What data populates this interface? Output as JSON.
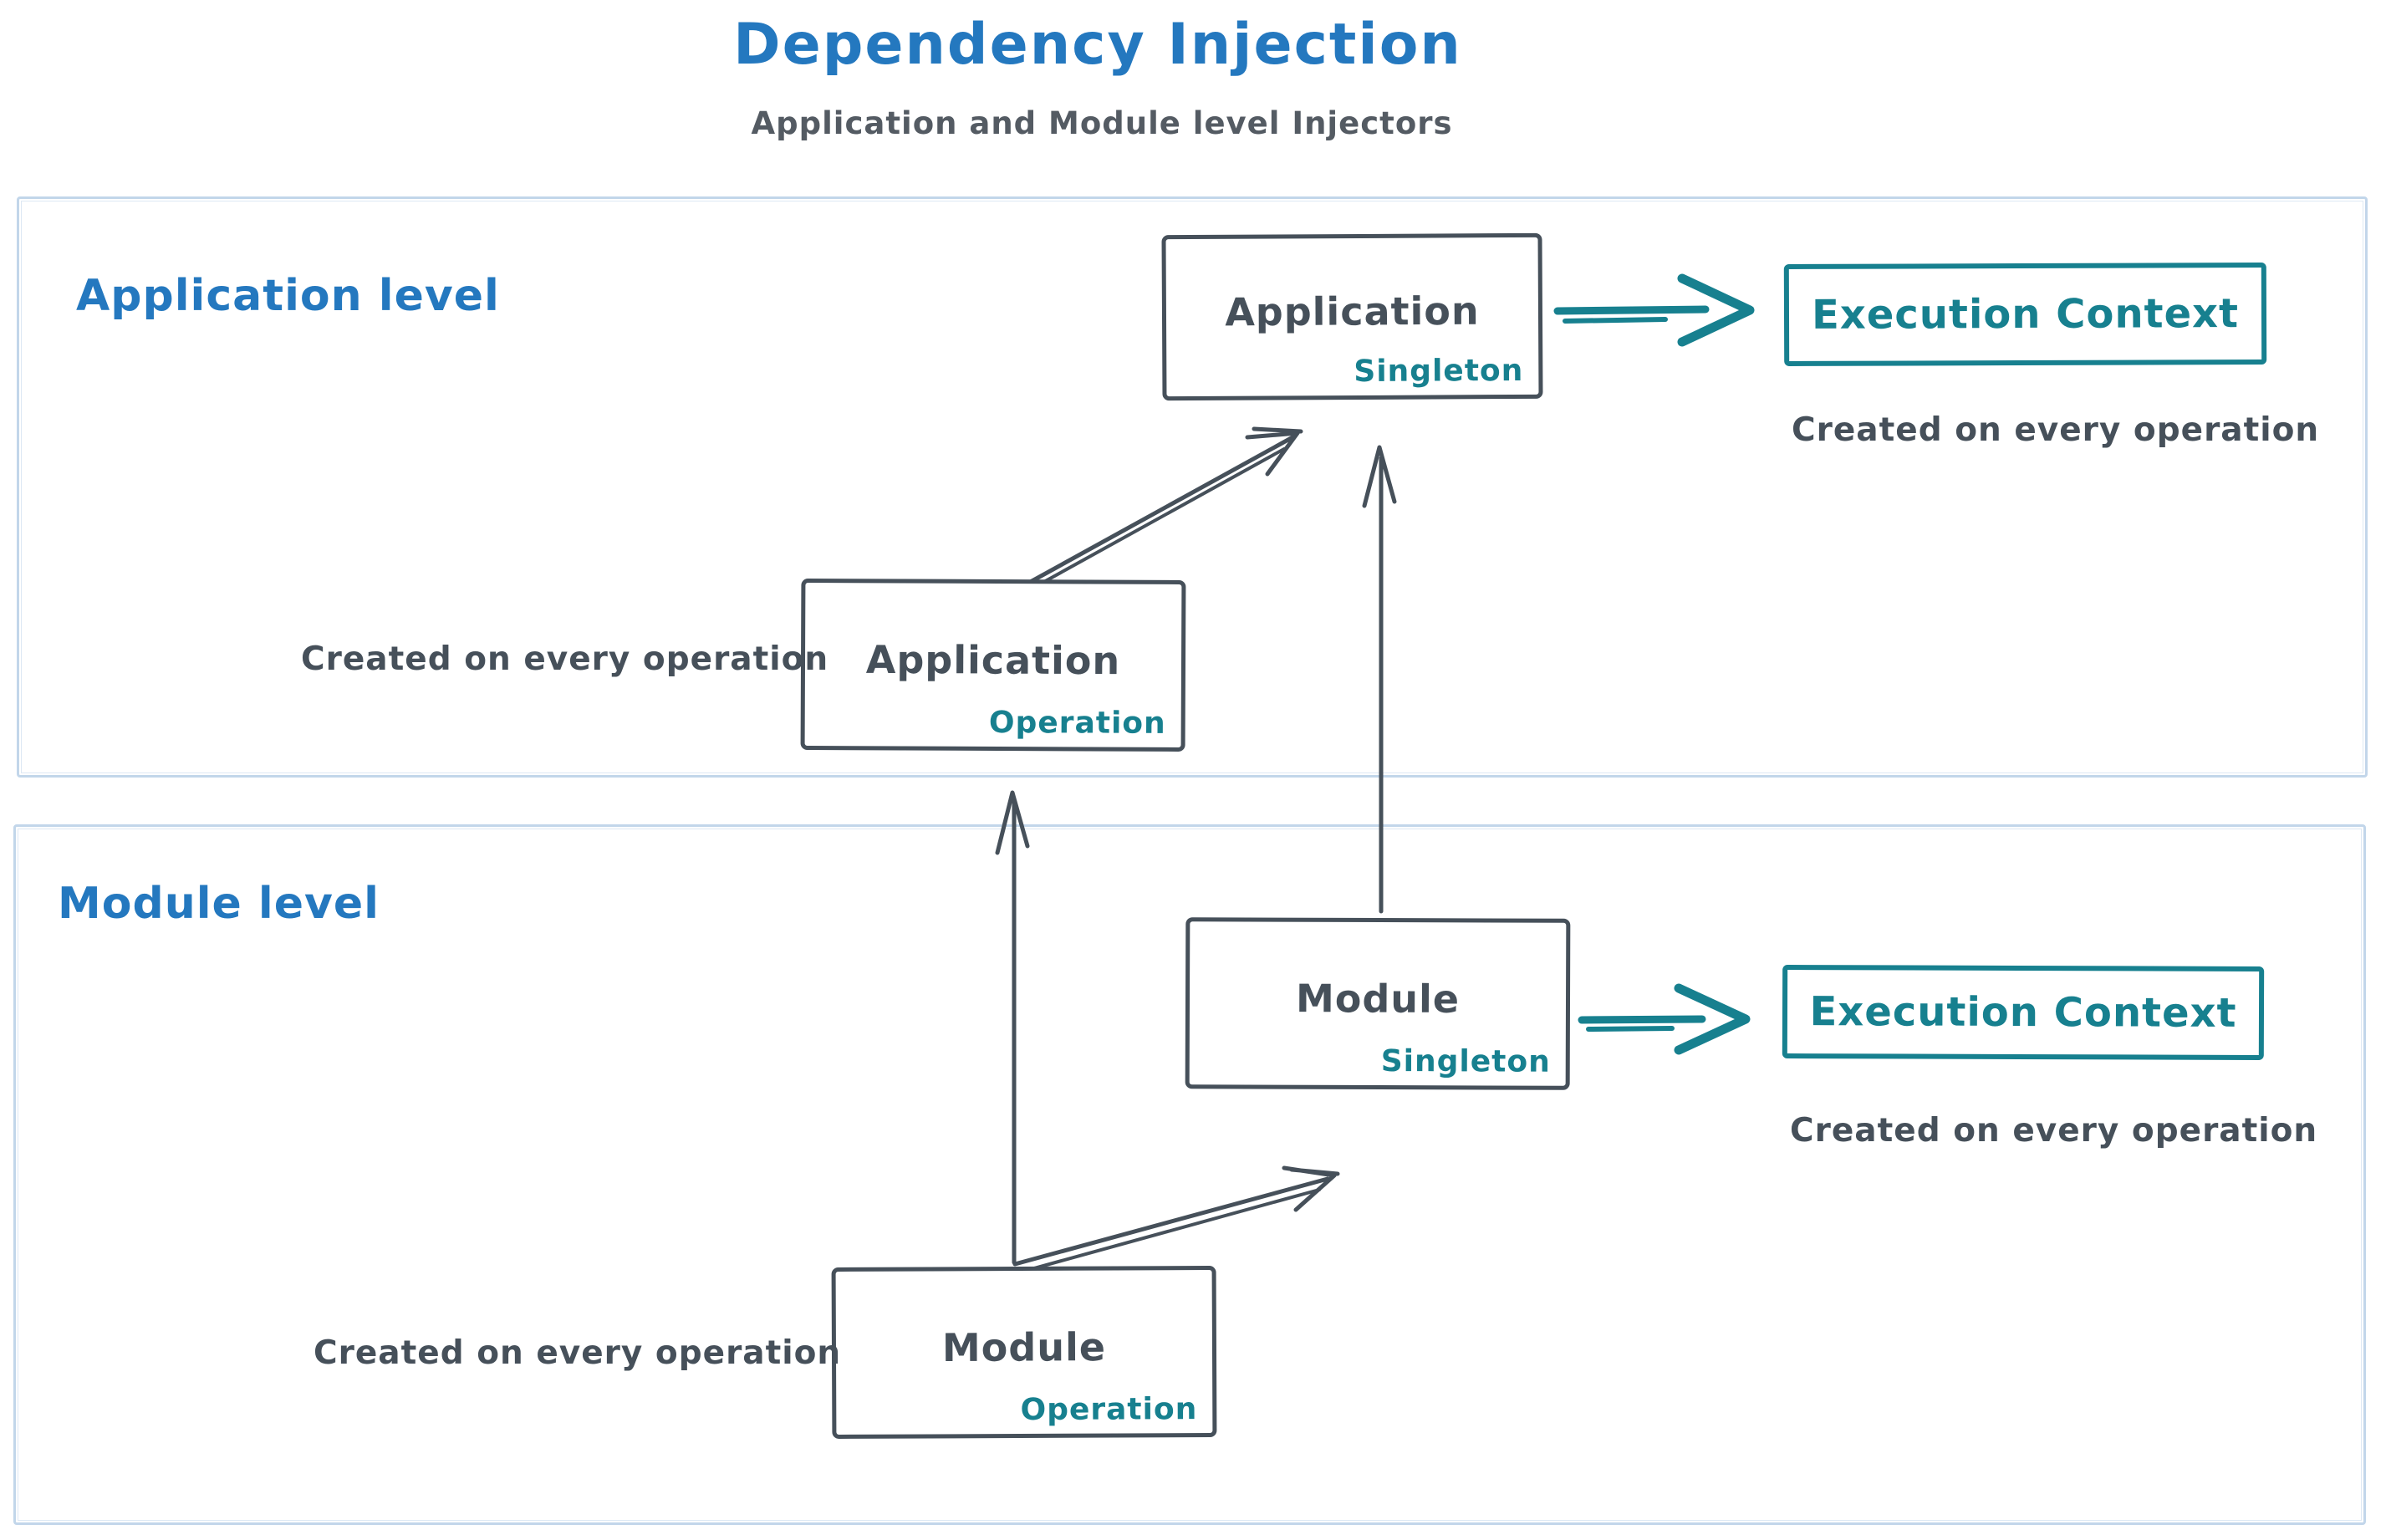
{
  "title": "Dependency Injection",
  "subtitle": "Application and Module level Injectors",
  "sections": {
    "application": {
      "label": "Application level"
    },
    "module": {
      "label": "Module level"
    }
  },
  "boxes": {
    "app_singleton": {
      "label": "Application",
      "sublabel": "Singleton"
    },
    "app_operation": {
      "label": "Application",
      "sublabel": "Operation"
    },
    "module_singleton": {
      "label": "Module",
      "sublabel": "Singleton"
    },
    "module_operation": {
      "label": "Module",
      "sublabel": "Operation"
    },
    "exec_context_top": {
      "label": "Execution Context"
    },
    "exec_context_bottom": {
      "label": "Execution Context"
    }
  },
  "captions": {
    "app_operation_note": "Created on every operation",
    "exec_top_note": "Created on every operation",
    "module_operation_note": "Created on every operation",
    "exec_bottom_note": "Created on every operation"
  },
  "colors": {
    "blue": "#2478bf",
    "ink": "#46505a",
    "teal": "#17808f",
    "frame": "#c2d6ea",
    "frame-light": "#dde8f4",
    "bg": "#ffffff"
  }
}
